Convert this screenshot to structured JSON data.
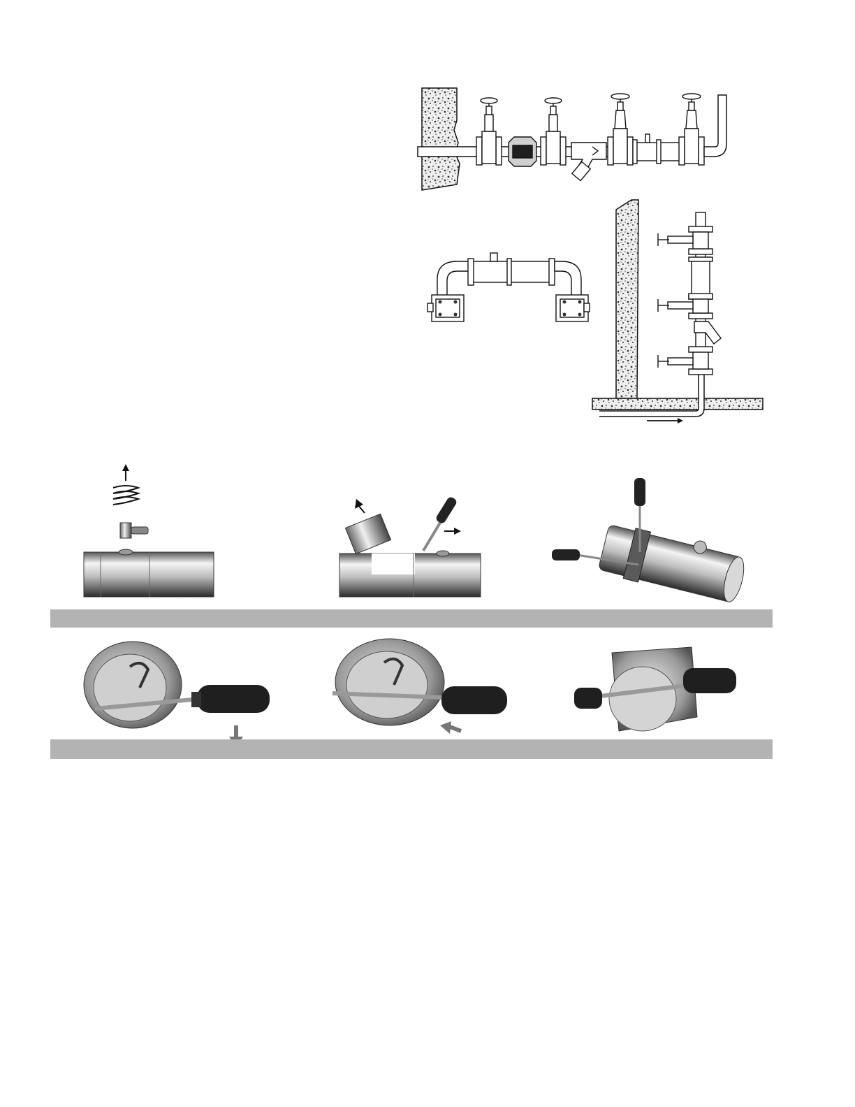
{
  "page": {
    "background": "#ffffff",
    "band_color": "#b3b3b3",
    "ink_color": "#1a1a1a"
  },
  "figures": {
    "horizontal_installation": {
      "icon": "horizontal-valve-assembly-diagram"
    },
    "n_pattern_installation": {
      "icon": "n-pattern-valve-assembly-diagram"
    },
    "vertical_installation": {
      "icon": "vertical-valve-assembly-diagram"
    }
  },
  "steps_row_1": [
    {
      "icon": "remove-spring-and-test-cock"
    },
    {
      "icon": "lift-cover-with-screwdriver"
    },
    {
      "icon": "pry-check-assembly-with-screwdrivers"
    }
  ],
  "steps_row_2": [
    {
      "icon": "rotate-check-retainer-out"
    },
    {
      "icon": "push-check-retainer-in"
    },
    {
      "icon": "check-assembly-removed"
    }
  ]
}
